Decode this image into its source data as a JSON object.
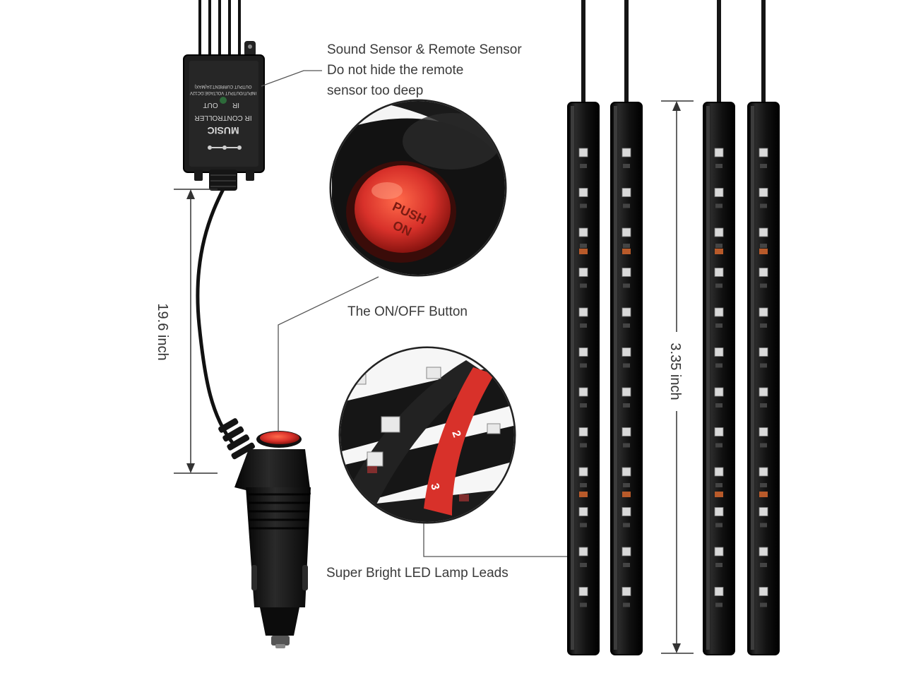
{
  "annotations": {
    "sensor_line1": "Sound Sensor & Remote Sensor",
    "sensor_line2": "Do not hide the remote",
    "sensor_line3": "sensor too deep",
    "button": "The ON/OFF Button",
    "leds": "Super Bright LED Lamp Leads"
  },
  "dimensions": {
    "cable_length": "19.6 inch",
    "strip_length": "3.35 inch"
  },
  "controller": {
    "brand": "MUSIC",
    "model": "IR CONTROLLER",
    "port_out": "OUT",
    "port_ir": "IR",
    "spec1": "INPUT/OUTPUT VOLTAGE:DC12V",
    "spec2": "OUTPUT CURRENT:2A(MAX)"
  },
  "button_text": {
    "push": "PUSH",
    "on": "ON"
  },
  "strip_numbers": [
    "2",
    "3"
  ],
  "led_color_notes": {
    "strip_body": "#111111",
    "red_accent": "#d8312a",
    "led_chip": "#e9e9e9"
  }
}
